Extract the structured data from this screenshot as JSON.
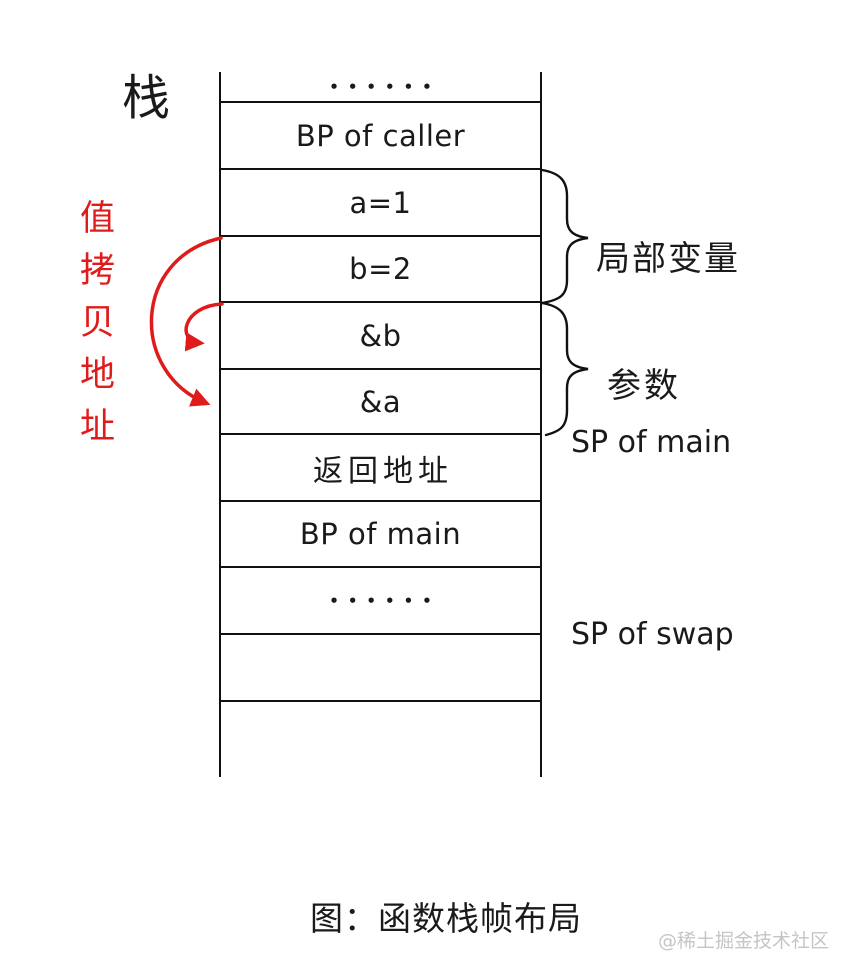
{
  "figure": {
    "stack_title": "栈",
    "caption": "图：函数栈帧布局",
    "watermark": "@稀土掘金技术社区"
  },
  "stack": {
    "rows": [
      {
        "label": "••••••"
      },
      {
        "label": "BP of caller"
      },
      {
        "label": "a=1"
      },
      {
        "label": "b=2"
      },
      {
        "label": "&b"
      },
      {
        "label": "&a"
      },
      {
        "label": "返回地址"
      },
      {
        "label": "BP of main"
      },
      {
        "label": "••••••"
      },
      {
        "label": ""
      },
      {
        "label": ""
      }
    ]
  },
  "annotations": {
    "value_copy_label": "值拷贝地址",
    "value_copy_chars": [
      "值",
      "拷",
      "贝",
      "地",
      "址"
    ],
    "local_vars": "局部变量",
    "params": "参数",
    "sp_main": "SP of main",
    "sp_swap": "SP of swap"
  },
  "colors": {
    "accent_red": "#e01b1b",
    "line_black": "#111111",
    "watermark_gray": "#c5c5c5"
  }
}
